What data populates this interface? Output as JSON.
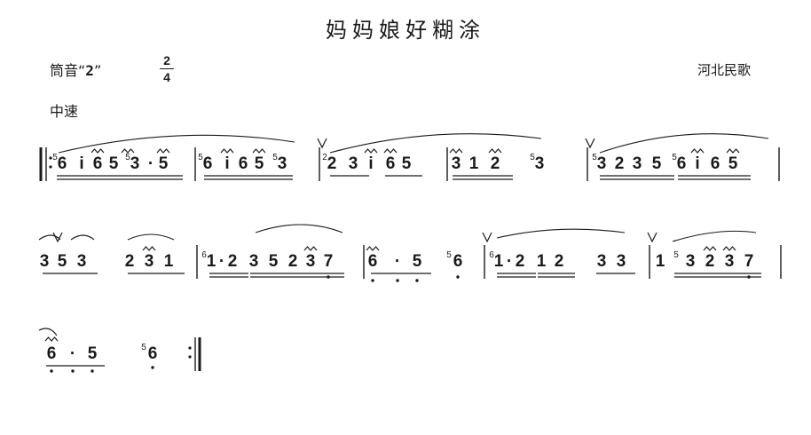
{
  "title": "妈妈娘好糊涂",
  "key_label": "筒音“",
  "key_note": "2",
  "key_close": "”",
  "time_signature": {
    "top": "2",
    "bottom": "4"
  },
  "origin": "河北民歌",
  "tempo": "中速",
  "lines": [
    [
      {
        "notes": [
          "5",
          "6",
          "i",
          "6",
          "5",
          "5",
          "3",
          "·",
          "5"
        ]
      },
      {
        "notes": [
          "5",
          "6",
          "i",
          "6",
          "5",
          "5",
          "3"
        ]
      },
      {
        "notes": [
          "2",
          "2",
          "3",
          "i",
          "6",
          "5"
        ]
      },
      {
        "notes": [
          "3",
          "1",
          "2",
          "5",
          "3"
        ]
      },
      {
        "notes": [
          "5",
          "3",
          "2",
          "3",
          "5",
          "5",
          "6",
          "i",
          "6",
          "5"
        ]
      }
    ],
    [
      {
        "notes": [
          "3",
          "5",
          "3",
          "2",
          "3",
          "1"
        ]
      },
      {
        "notes": [
          "6",
          "1",
          "·",
          "2",
          "3",
          "5",
          "2",
          "3",
          "7"
        ]
      },
      {
        "notes": [
          "6",
          "·",
          "5",
          "5",
          "6"
        ]
      },
      {
        "notes": [
          "6",
          "1",
          "·",
          "2",
          "1",
          "2",
          "3",
          "3"
        ]
      },
      {
        "notes": [
          "1",
          "5",
          "3",
          "2",
          "3",
          "7"
        ]
      }
    ],
    [
      {
        "notes": [
          "6",
          "·",
          "5",
          "5",
          "6"
        ]
      }
    ]
  ]
}
